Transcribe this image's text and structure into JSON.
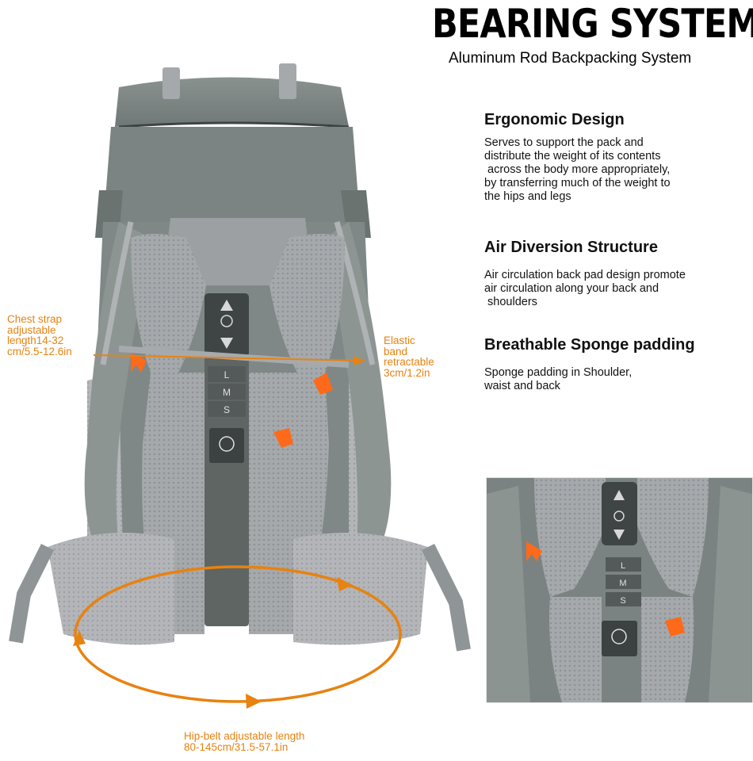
{
  "header": {
    "title": "BEARING SYSTEM",
    "subtitle": "Aluminum Rod Backpacking System"
  },
  "features": [
    {
      "heading": "Ergonomic Design",
      "body": "Serves to support the pack and\ndistribute the weight of its contents\n across the body more appropriately,\nby transferring much of the weight to\nthe hips and legs"
    },
    {
      "heading": "Air Diversion Structure",
      "body": "Air circulation back pad design promote\nair circulation along your back and\n shoulders"
    },
    {
      "heading": "Breathable Sponge padding",
      "body": "Sponge padding in Shoulder,\nwaist and back"
    }
  ],
  "annotations": {
    "chest_strap": "Chest strap\nadjustable\nlength14-32\ncm/5.5-12.6in",
    "elastic_band": "Elastic\nband\nretractable\n3cm/1.2in",
    "hip_belt": "Hip-belt adjustable length\n80-145cm/31.5-57.1in"
  },
  "size_labels": [
    "L",
    "M",
    "S"
  ],
  "colors": {
    "accent_orange": "#e88210",
    "buckle_orange": "#ff6a1a",
    "pack_grey": "#7d8684",
    "mesh_grey": "#a9abae"
  }
}
